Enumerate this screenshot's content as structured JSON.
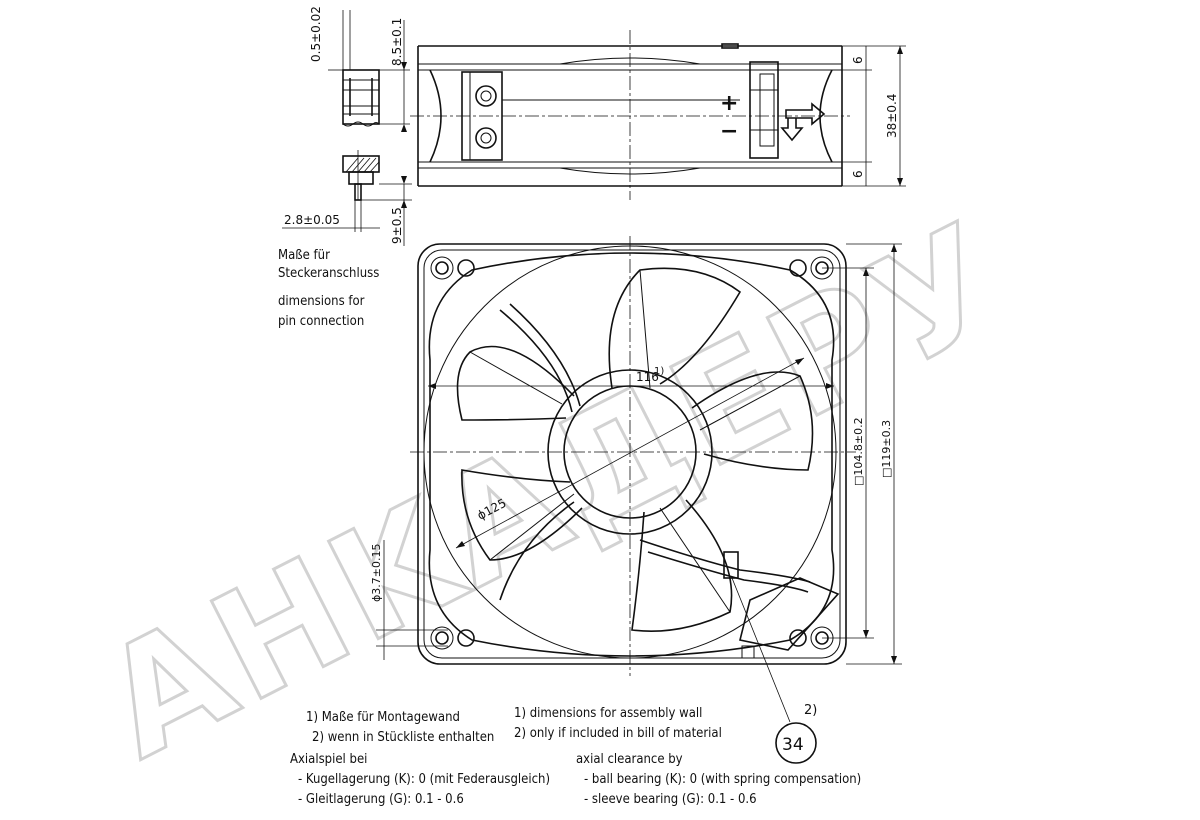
{
  "watermark": "AHKAДЕРУ",
  "dims": {
    "pin_offset": "0.5±0.02",
    "pin_height": "8.5±0.1",
    "pin_width": "2.8±0.05",
    "pin_length": "9±0.5",
    "flange_top": "6",
    "flange_bottom": "6",
    "depth": "38±0.4",
    "wall_width": "116",
    "wall_width_ref": "1)",
    "diameter": "ϕ125",
    "hole_pitch": "□104.8±0.2",
    "frame_size": "□119±0.3",
    "hole_diameter": "ϕ3.7±0.15",
    "ref_number": "34",
    "ref_note": "2)",
    "plus": "+",
    "minus": "−"
  },
  "pin_label": {
    "de_1": "Maße für",
    "de_2": "Steckeranschluss",
    "en_1": "dimensions for",
    "en_2": "pin connection"
  },
  "notes": {
    "de_1": "1) Maße für Montagewand",
    "de_2": "2) wenn in Stückliste enthalten",
    "en_1": "1) dimensions for assembly wall",
    "en_2": "2) only if included in bill of material",
    "de_axial": "Axialspiel bei",
    "de_ball": "- Kugellagerung (K): 0 (mit Federausgleich)",
    "de_sleeve": "- Gleitlagerung (G): 0.1 - 0.6",
    "en_axial": "axial clearance by",
    "en_ball": "- ball bearing (K): 0 (with spring compensation)",
    "en_sleeve": "- sleeve bearing (G): 0.1 - 0.6"
  }
}
